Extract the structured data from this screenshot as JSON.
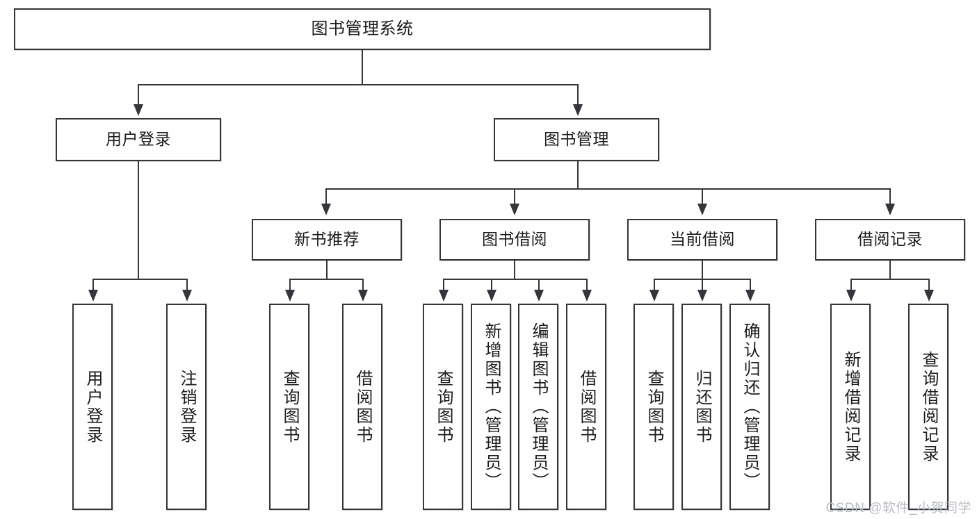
{
  "diagram": {
    "type": "tree",
    "title": "图书管理系统",
    "root": {
      "label": "图书管理系统"
    },
    "level2": [
      {
        "label": "用户登录"
      },
      {
        "label": "图书管理"
      }
    ],
    "level3": [
      {
        "label": "新书推荐"
      },
      {
        "label": "图书借阅"
      },
      {
        "label": "当前借阅"
      },
      {
        "label": "借阅记录"
      }
    ],
    "leaves_user_login": [
      {
        "label": "用户登录"
      },
      {
        "label": "注销登录"
      }
    ],
    "leaves_new_book": [
      {
        "label": "查询图书"
      },
      {
        "label": "借阅图书"
      }
    ],
    "leaves_borrow": [
      {
        "label": "查询图书"
      },
      {
        "label": "新增图书（管理员）"
      },
      {
        "label": "编辑图书（管理员）"
      },
      {
        "label": "借阅图书"
      }
    ],
    "leaves_current": [
      {
        "label": "查询图书"
      },
      {
        "label": "归还图书"
      },
      {
        "label": "确认归还（管理员）"
      }
    ],
    "leaves_record": [
      {
        "label": "新增借阅记录"
      },
      {
        "label": "查询借阅记录"
      }
    ]
  },
  "watermark": {
    "text": "CSDN @软件_小贺同学"
  },
  "colors": {
    "stroke": "#33363b",
    "text": "#1b1c1e",
    "background": "#ffffff",
    "watermark": "#b9bcc2"
  }
}
